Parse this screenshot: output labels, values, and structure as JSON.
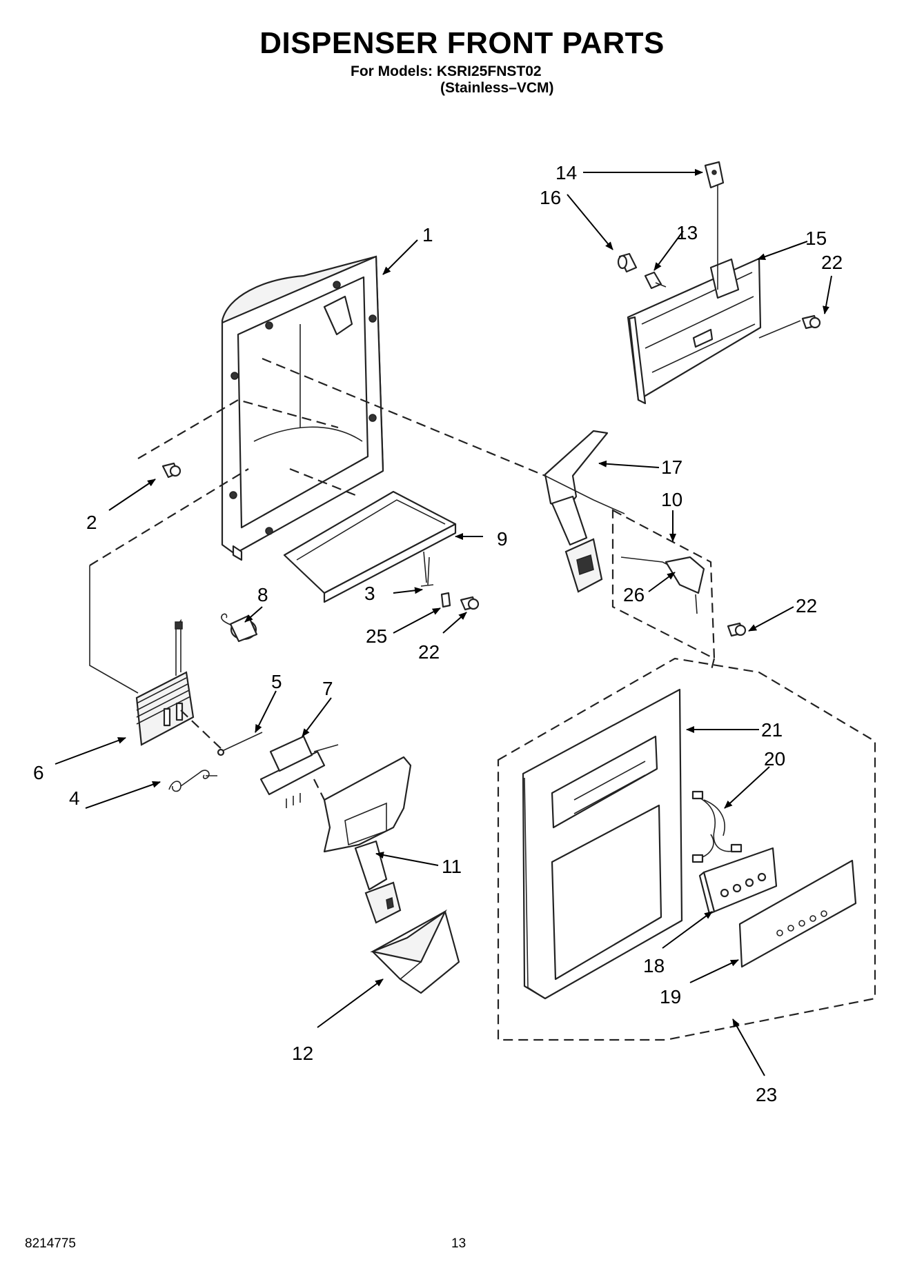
{
  "header": {
    "title": "DISPENSER FRONT PARTS",
    "models_line": "For Models: KSRI25FNST02",
    "variant_line": "(Stainless–VCM)"
  },
  "callouts": {
    "c1": "1",
    "c2": "2",
    "c3": "3",
    "c4": "4",
    "c5": "5",
    "c6": "6",
    "c7": "7",
    "c8": "8",
    "c9": "9",
    "c10": "10",
    "c11": "11",
    "c12": "12",
    "c13": "13",
    "c14": "14",
    "c15": "15",
    "c16": "16",
    "c17": "17",
    "c18": "18",
    "c19": "19",
    "c20": "20",
    "c21": "21",
    "c22a": "22",
    "c22b": "22",
    "c22c": "22",
    "c23": "23",
    "c25": "25",
    "c26": "26"
  },
  "footer": {
    "doc_number": "8214775",
    "page_number": "13"
  }
}
